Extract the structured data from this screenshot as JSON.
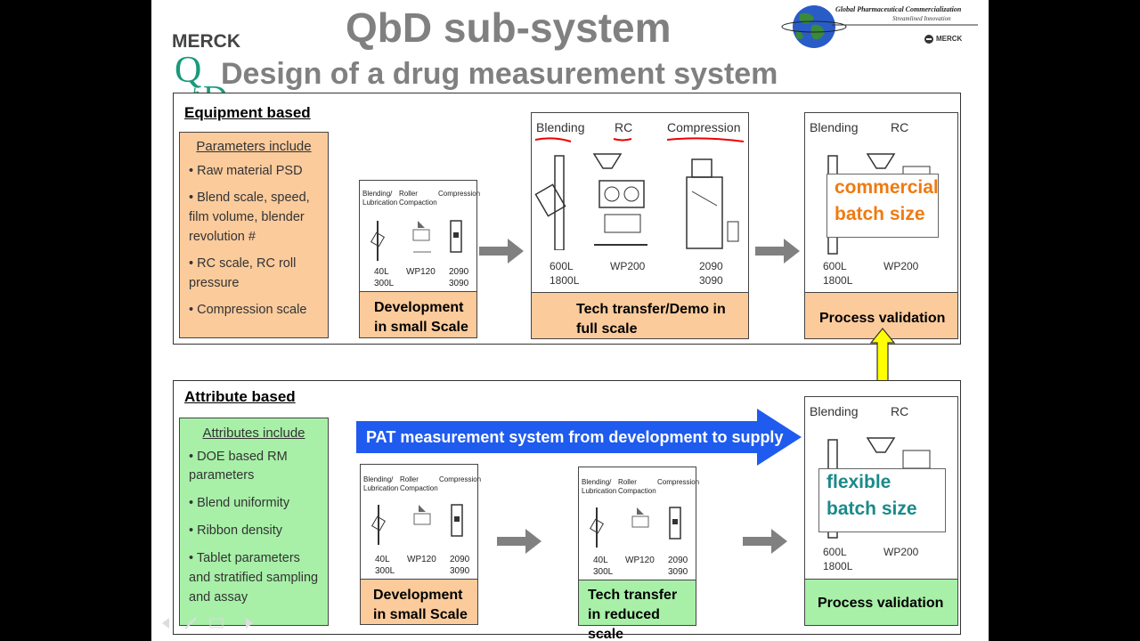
{
  "header": {
    "title": "QbD sub-system",
    "subtitle": "Design of a drug measurement system",
    "company": "MERCK",
    "qbd_logo": "QbD",
    "globe_line1": "Global Pharmaceutical Commercialization",
    "globe_line2": "Streamlined Innovation",
    "merck_small": "MERCK"
  },
  "equipment": {
    "section_title": "Equipment based",
    "params_heading": "Parameters include",
    "params": [
      "Raw material PSD",
      "Blend scale, speed, film volume, blender revolution #",
      "RC scale, RC roll pressure",
      "Compression scale"
    ],
    "dev_card": {
      "col1": "Blending/ Lubrication",
      "col2": "Roller Compaction",
      "col3": "Compression",
      "num1": "40L 300L",
      "num2": "WP120",
      "num3": "2090 3090",
      "label": "Development in small Scale"
    },
    "tech_card": {
      "col1": "Blending",
      "col2": "RC",
      "col3": "Compression",
      "num1": "600L 1800L",
      "num2": "WP200",
      "num3": "2090 3090",
      "label": "Tech transfer/Demo in full scale"
    },
    "pv_card": {
      "col1": "Blending",
      "col2": "RC",
      "num1": "600L 1800L",
      "num2": "WP200",
      "callout": "commercial batch size",
      "label": "Process validation"
    }
  },
  "attribute": {
    "section_title": "Attribute based",
    "attrs_heading": "Attributes include",
    "attrs": [
      "DOE based RM parameters",
      "Blend uniformity",
      "Ribbon density",
      "Tablet parameters and stratified sampling and assay"
    ],
    "pat_banner": "PAT measurement system from development to supply",
    "dev_card": {
      "col1": "Blending/ Lubrication",
      "col2": "Roller Compaction",
      "col3": "Compression",
      "num1": "40L 300L",
      "num2": "WP120",
      "num3": "2090 3090",
      "label": "Development in small Scale"
    },
    "tech_card": {
      "col1": "Blending/ Lubrication",
      "col2": "Roller Compaction",
      "col3": "Compression",
      "num1": "40L 300L",
      "num2": "WP120",
      "num3": "2090 3090",
      "label": "Tech transfer in reduced scale"
    },
    "pv_card": {
      "col1": "Blending",
      "col2": "RC",
      "num1": "600L 1800L",
      "num2": "WP200",
      "callout": "flexible batch size",
      "label": "Process validation"
    }
  },
  "colors": {
    "orange_fill": "#fbcb9c",
    "green_fill": "#a8f0a8",
    "blue_arrow": "#1f5bef",
    "yellow_arrow": "#ffff00",
    "gray_arrow": "#808080",
    "commercial_text": "#f07a10",
    "flexible_text": "#1a8a8a",
    "teal_line": "#1a8a8a"
  }
}
